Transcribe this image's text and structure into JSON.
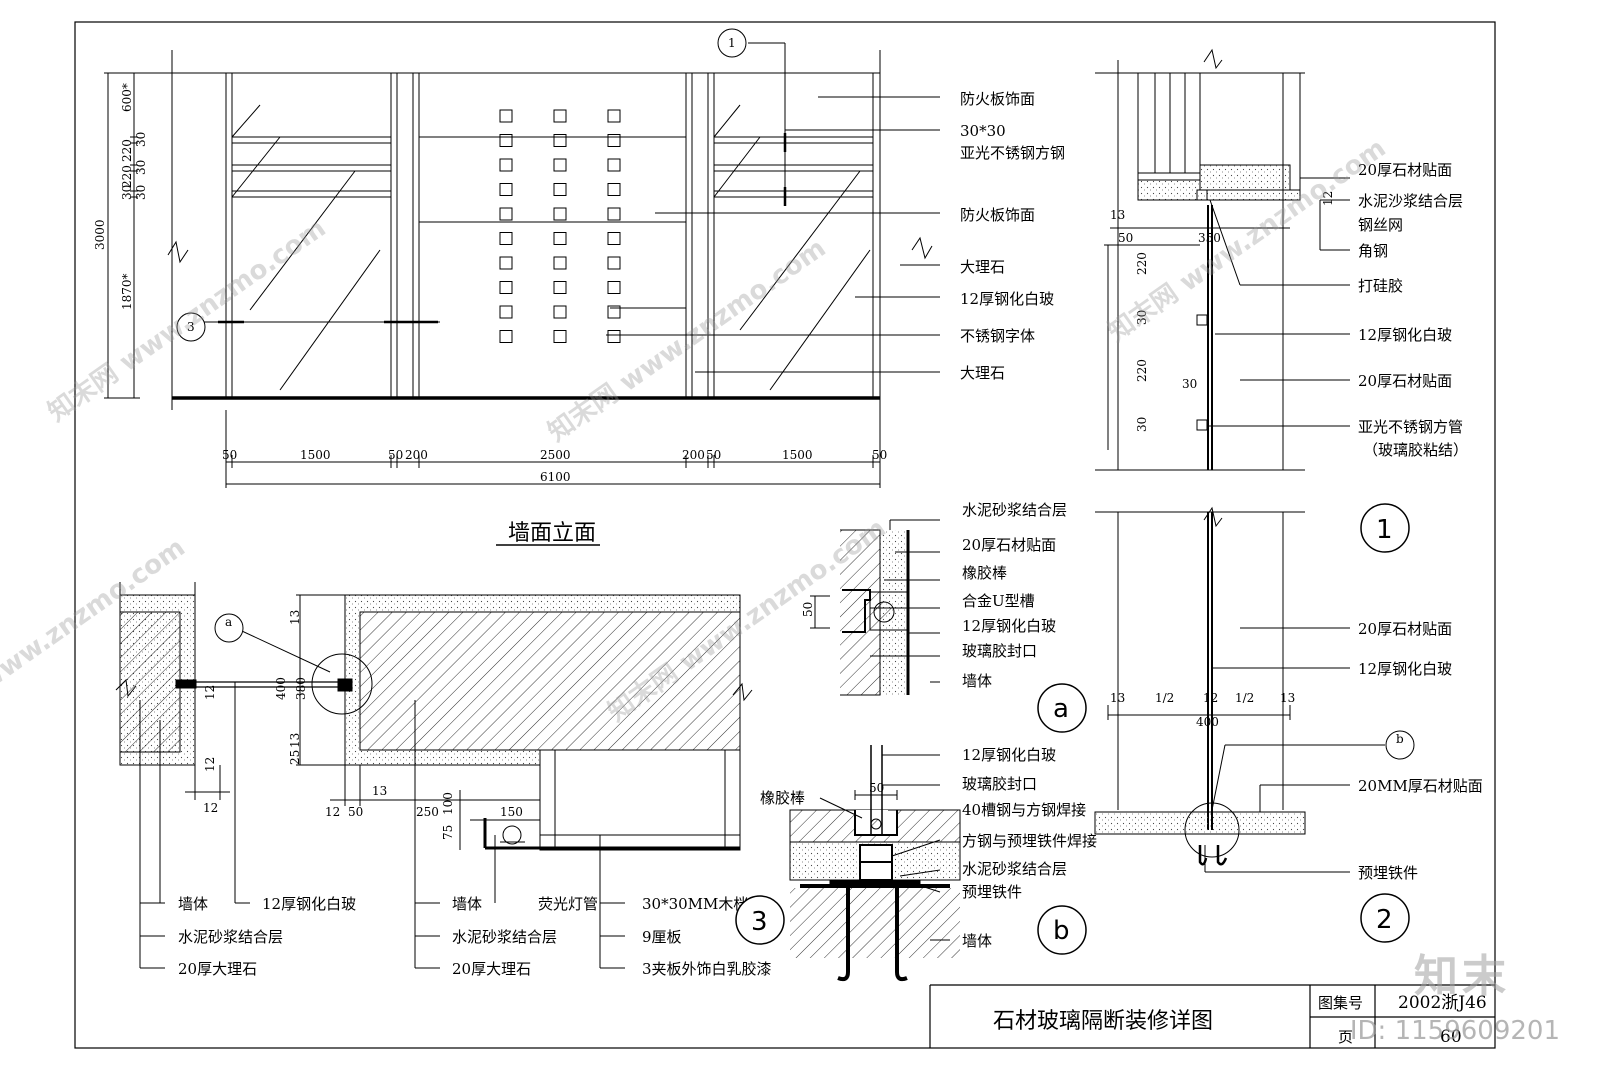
{
  "title_block": {
    "title": "石材玻璃隔断装修详图",
    "atlas_label": "图集号",
    "atlas_no": "2002浙J46",
    "page_label": "页",
    "page_no": "60"
  },
  "elevation": {
    "title": "墙面立面",
    "labels": [
      "防火板饰面",
      "30*30",
      "亚光不锈钢方钢",
      "防火板饰面",
      "大理石",
      "12厚钢化白玻",
      "不锈钢字体",
      "大理石"
    ],
    "bottom_dims": [
      "50",
      "1500",
      "50",
      "200",
      "2500",
      "200",
      "50",
      "1500",
      "50"
    ],
    "total": "6100",
    "left_dims": [
      "600*",
      "30",
      "220",
      "30",
      "220",
      "30",
      "30",
      "1870*"
    ],
    "height": "3000",
    "markers": [
      "1",
      "3"
    ]
  },
  "section1": {
    "labels": [
      "20厚石材贴面",
      "水泥沙浆结合层",
      "钢丝网",
      "角钢",
      "打硅胶",
      "12厚钢化白玻",
      "20厚石材贴面",
      "亚光不锈钢方管",
      "（玻璃胶粘结）",
      "20厚石材贴面",
      "12厚钢化白玻",
      "20MM厚石材贴面",
      "预埋铁件"
    ],
    "dims": [
      "13",
      "50",
      "350",
      "220",
      "30",
      "220",
      "30",
      "30",
      "12",
      "13",
      "1/2",
      "12",
      "1/2",
      "13",
      "400"
    ],
    "marker_a": "1",
    "marker_b": "2",
    "ref_b": "b"
  },
  "detail_a": {
    "labels": [
      "水泥砂浆结合层",
      "20厚石材贴面",
      "橡胶棒",
      "合金U型槽",
      "12厚钢化白玻",
      "玻璃胶封口",
      "墙体"
    ],
    "dim": "50",
    "marker": "a"
  },
  "detail_b": {
    "labels": [
      "12厚钢化白玻",
      "玻璃胶封口",
      "40槽钢与方钢焊接",
      "方钢与预埋铁件焊接",
      "水泥砂浆结合层",
      "预埋铁件",
      "墙体"
    ],
    "left_label": "橡胶棒",
    "dim": "50",
    "marker": "b"
  },
  "plan3": {
    "left_labels": [
      "墙体",
      "12厚钢化白玻",
      "水泥砂浆结合层",
      "20厚大理石"
    ],
    "right_labels": [
      "墙体",
      "荧光灯管",
      "30*30MM木档",
      "水泥砂浆结合层",
      "9厘板",
      "20厚大理石",
      "3夹板外饰白乳胶漆"
    ],
    "dims": [
      "13",
      "12",
      "400",
      "380",
      "25",
      "13",
      "13",
      "12",
      "12",
      "50",
      "250",
      "100",
      "150",
      "75",
      "12"
    ],
    "ref": "a",
    "marker": "3"
  },
  "watermark": {
    "site": "www.znzmo.com",
    "brand": "知末网",
    "logo": "知末",
    "id": "ID: 1159609201"
  }
}
